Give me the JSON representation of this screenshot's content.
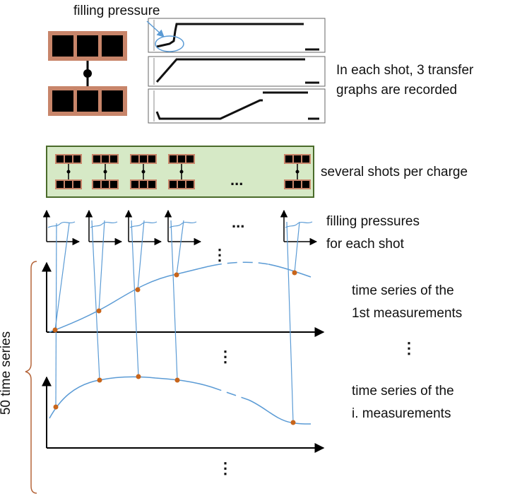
{
  "labels": {
    "filling_pressure": "filling pressure",
    "transfer_line1": "In each shot, 3 transfer",
    "transfer_line2": "graphs are recorded",
    "shots_per_charge": "several shots per charge",
    "filling_pressures_line1": "filling pressures",
    "filling_pressures_line2": "for each shot",
    "ts1_line1": "time series  of the",
    "ts1_line2": "1st measurements",
    "tsi_line1": "time series  of the",
    "tsi_line2": "i. measurements",
    "fifty_time_series": "50 time series"
  },
  "ellipses": {
    "charge_box": "...",
    "filling_row": "...",
    "vertical": "⋮"
  },
  "colors": {
    "mold_fill": "#c8856a",
    "mold_cell": "#000000",
    "charge_box_fill": "#d6e9c6",
    "charge_box_border": "#4a6b2a",
    "curve_blue": "#5b9bd5",
    "point_orange": "#c8651b",
    "brace": "#b5653a",
    "axis": "#000000"
  }
}
